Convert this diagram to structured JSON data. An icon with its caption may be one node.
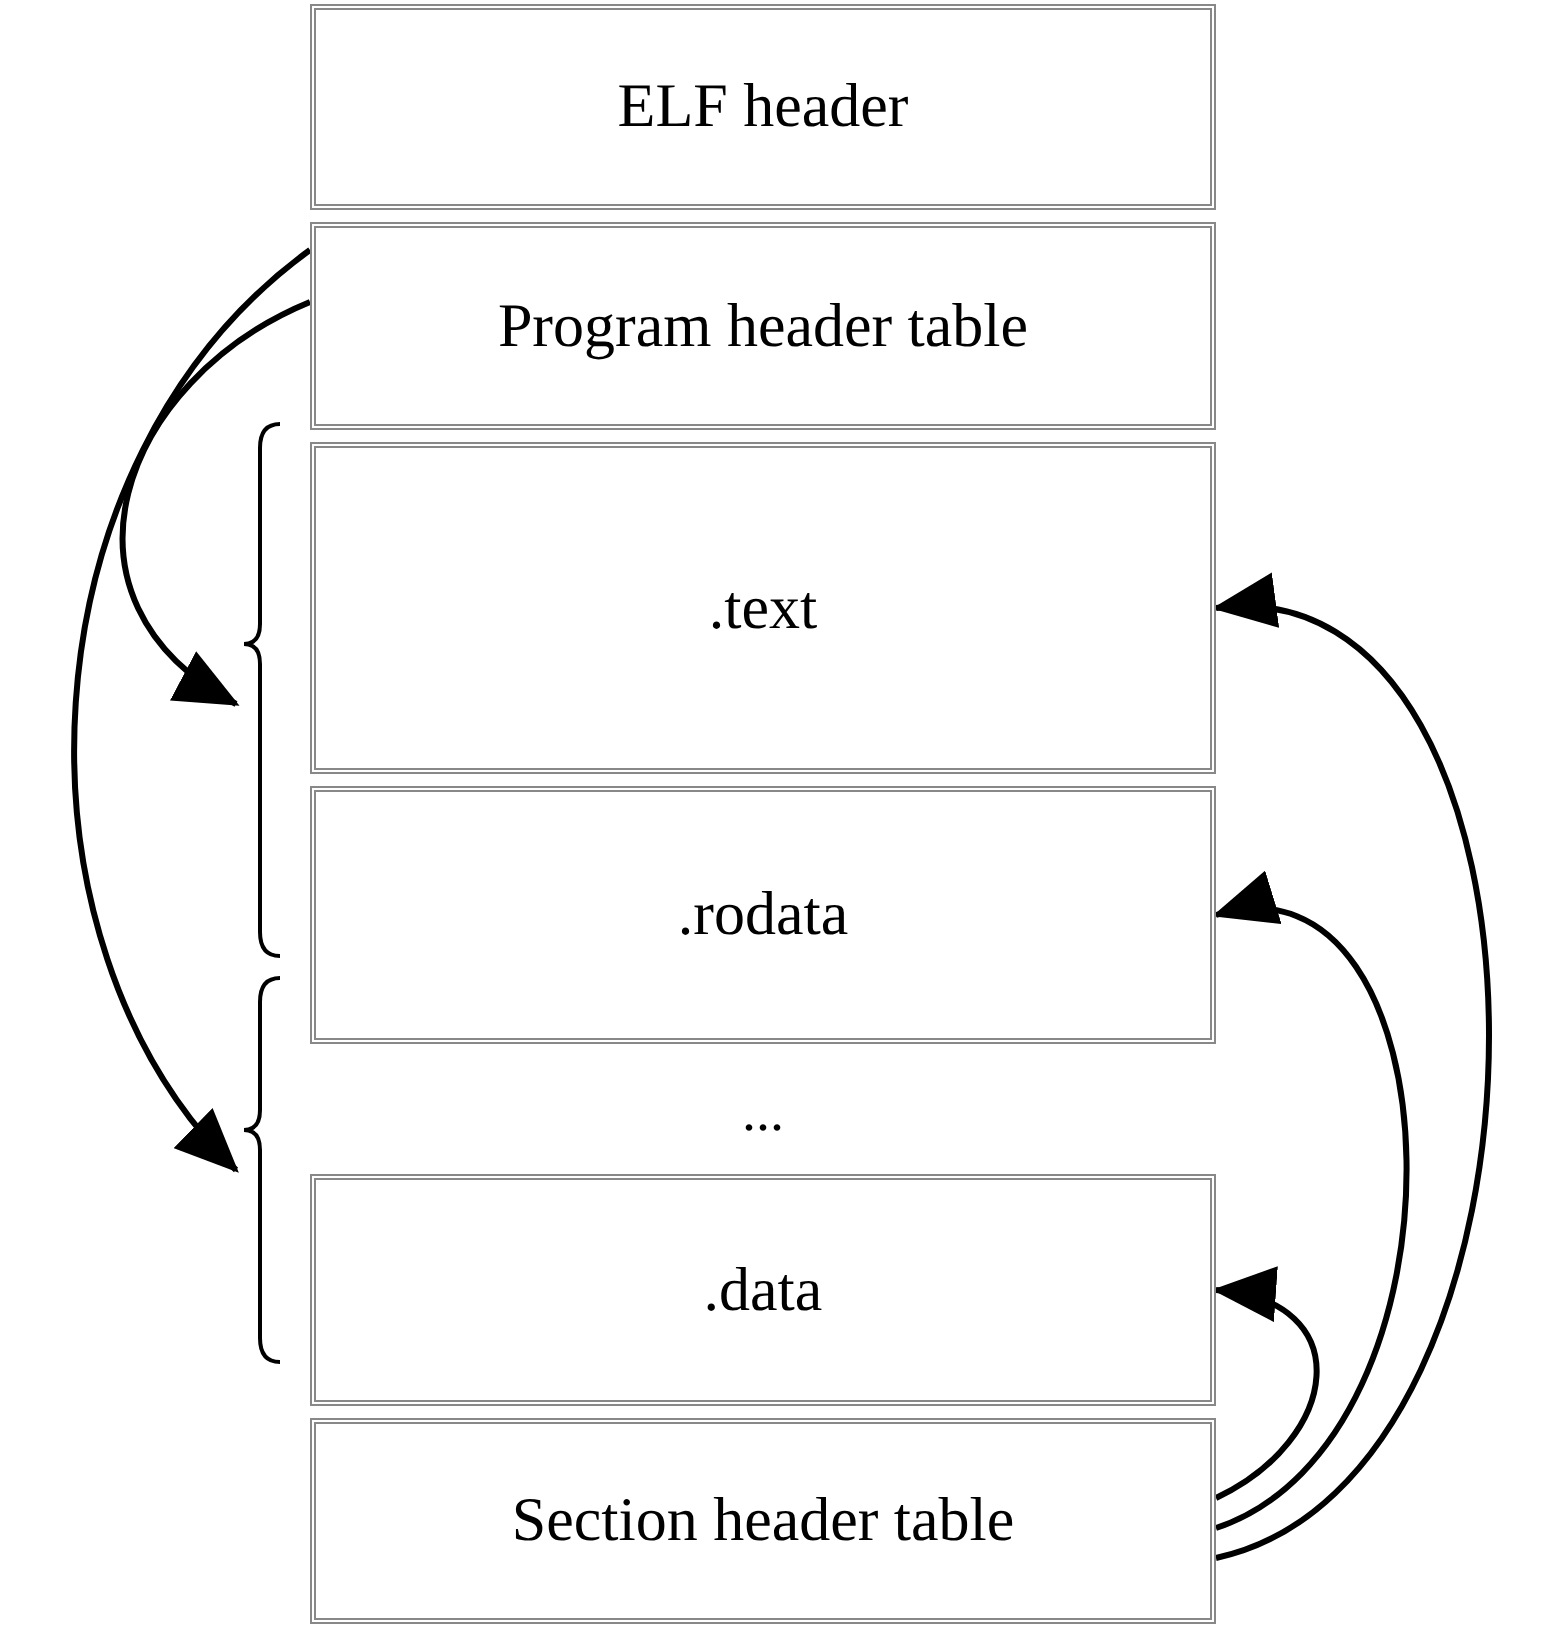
{
  "diagram": {
    "nodes": [
      {
        "text": [
          "ELF header"
        ]
      },
      {
        "text": [
          "Program header table"
        ]
      },
      {
        "text": [
          ".text"
        ]
      },
      {
        "text": [
          ".rodata"
        ]
      },
      {
        "text": [
          ".data"
        ]
      },
      {
        "text": [
          "Section header table"
        ]
      },
      {
        "text": [],
        "shape": "brace"
      },
      {
        "text": [],
        "shape": "brace"
      }
    ],
    "edges": [
      {
        "from": 1,
        "to": 6,
        "arrow": "to"
      },
      {
        "from": 1,
        "to": 7,
        "arrow": "to"
      },
      {
        "from": 5,
        "to": 2,
        "arrow": "to"
      },
      {
        "from": 5,
        "to": 3,
        "arrow": "to"
      },
      {
        "from": 5,
        "to": 4,
        "arrow": "to"
      }
    ],
    "labels": [
      "..."
    ]
  }
}
